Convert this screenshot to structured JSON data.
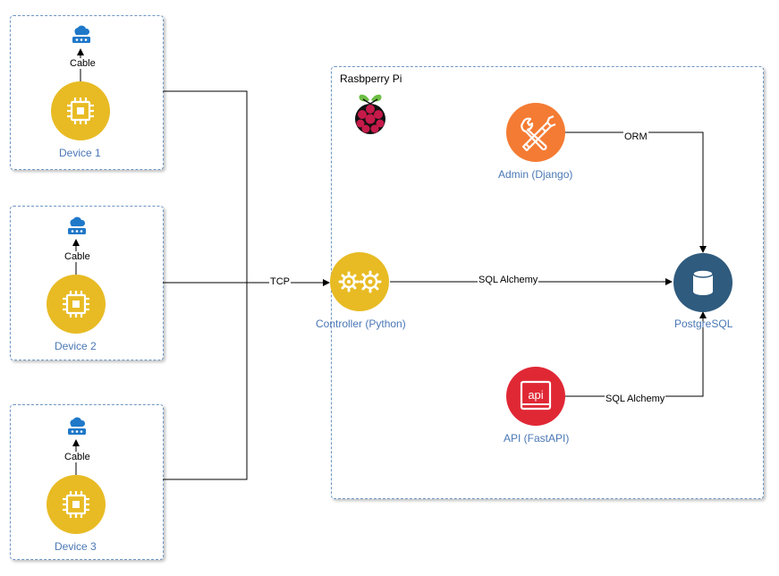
{
  "devices": [
    {
      "label": "Device 1",
      "link_label": "Cable"
    },
    {
      "label": "Device 2",
      "link_label": "Cable"
    },
    {
      "label": "Device 3",
      "link_label": "Cable"
    }
  ],
  "rpi": {
    "title": "Rasbperry Pi"
  },
  "nodes": {
    "controller": "Controller (Python)",
    "admin": "Admin (Django)",
    "postgres": "PostgreSQL",
    "api": "API (FastAPI)",
    "api_text": "api"
  },
  "edges": {
    "tcp": "TCP",
    "orm": "ORM",
    "sqlalchemy_controller": "SQL Alchemy",
    "sqlalchemy_api": "SQL Alchemy"
  },
  "colors": {
    "chip": "#e8bb24",
    "admin": "#f47b33",
    "db": "#2f5b7e",
    "api": "#e02835",
    "cloud": "#1f78c8",
    "dashed_border": "#6f97c5",
    "label_blue": "#4a78b5"
  },
  "icons": {
    "device": "chip-icon",
    "sensor": "cloud-sensor-icon",
    "rpi": "raspberry-pi-logo",
    "controller": "gears-icon",
    "admin": "tools-icon",
    "db": "database-icon",
    "api": "api-icon"
  }
}
